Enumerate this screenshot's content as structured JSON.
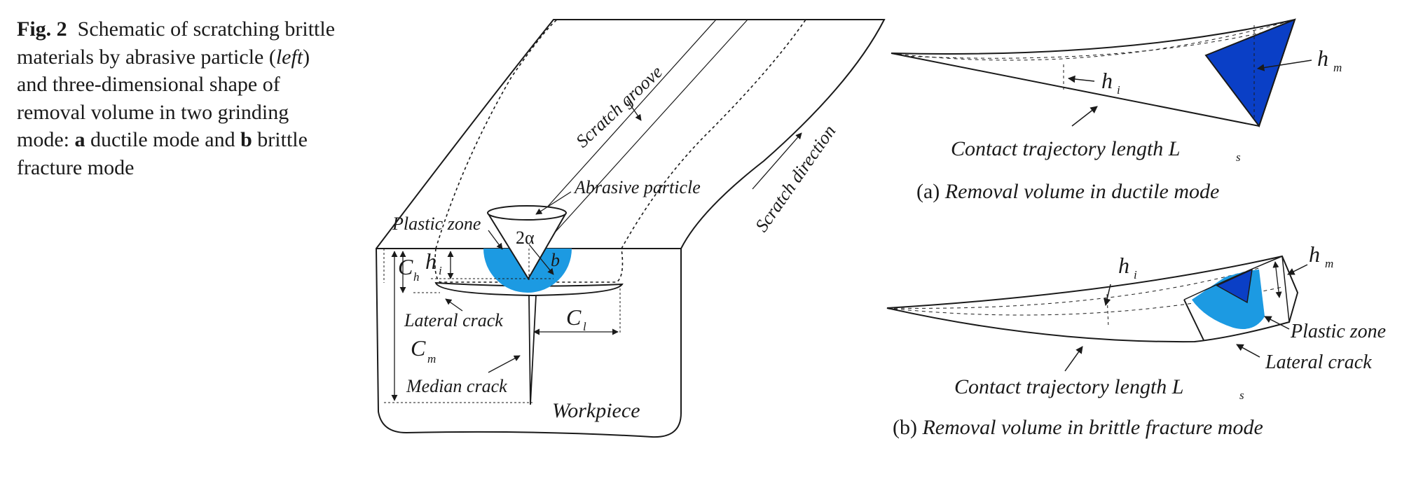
{
  "caption": {
    "fig_label": "Fig. 2",
    "text_1": "Schematic of scratching brittle materials by abrasive particle (",
    "left_word": "left",
    "text_2": ") and three-dimensional shape of removal volume in two grinding mode: ",
    "a_letter": "a",
    "text_3": " ductile mode and ",
    "b_letter": "b",
    "text_4": " brittle fracture mode"
  },
  "left_figure": {
    "scratch_groove": "Scratch groove",
    "abrasive_particle": "Abrasive particle",
    "scratch_direction": "Scratch direction",
    "plastic_zone": "Plastic zone",
    "two_alpha": "2α",
    "b": "b",
    "h": "h",
    "h_sub": "i",
    "c_h": "C",
    "c_h_sub": "h",
    "c_m": "C",
    "c_m_sub": "m",
    "c_l": "C",
    "c_l_sub": "l",
    "lateral_crack": "Lateral crack",
    "median_crack": "Median crack",
    "workpiece": "Workpiece"
  },
  "panel_a": {
    "h_m": "h",
    "h_m_sub": "m",
    "h_i": "h",
    "h_i_sub": "i",
    "contact_length": "Contact trajectory length L",
    "contact_length_sub": "s",
    "title_prefix": "(a) ",
    "title": "Removal volume  in ductile mode"
  },
  "panel_b": {
    "h_i": "h",
    "h_i_sub": "i",
    "h_m": "h",
    "h_m_sub": "m",
    "plastic_zone": "Plastic zone",
    "lateral_crack": "Lateral crack",
    "contact_length": "Contact trajectory length L",
    "contact_length_sub": "s",
    "title_prefix": "(b) ",
    "title": "Removal volume in brittle fracture mode"
  },
  "colors": {
    "plastic_zone": "#1c9ae2",
    "removal_volume": "#0a3fc6",
    "line": "#1a1a1a"
  }
}
